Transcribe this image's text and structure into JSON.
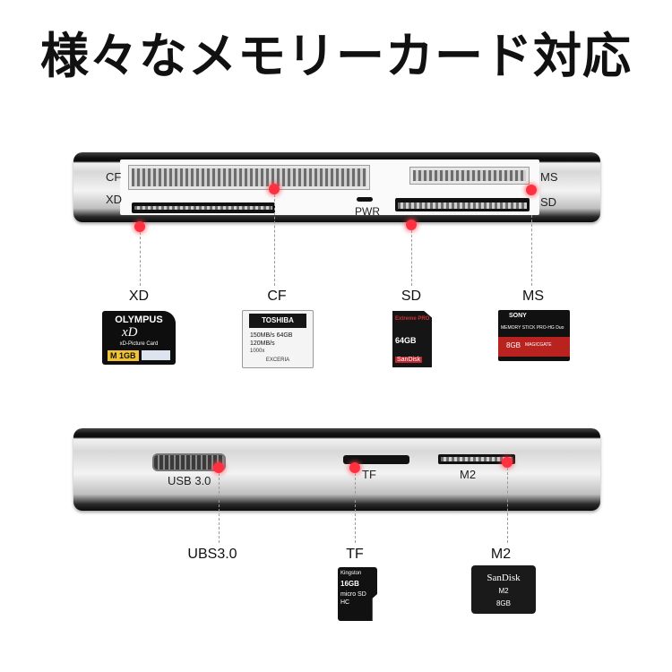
{
  "title": "様々なメモリーカード対応",
  "top_device": {
    "slot_labels": {
      "cf": "CF",
      "xd": "XD",
      "ms": "MS",
      "sd": "SD",
      "pwr": "PWR"
    },
    "cards": [
      {
        "label": "XD",
        "brand": "OLYMPUS",
        "type_mark": "xD",
        "subtitle": "xD-Picture Card",
        "capacity": "M 1GB"
      },
      {
        "label": "CF",
        "brand": "TOSHIBA",
        "lines": [
          "150MB/s 64GB",
          "120MB/s",
          "1000x"
        ],
        "footer": "EXCERIA"
      },
      {
        "label": "SD",
        "brand": "Extreme PRO",
        "capacity": "64GB",
        "footer": "SanDisk"
      },
      {
        "label": "MS",
        "brand": "SONY",
        "product": "MEMORY STICK PRO-HG Duo",
        "capacity": "8GB",
        "footer": "MAGICGATE"
      }
    ]
  },
  "bottom_device": {
    "port_labels": {
      "usb": "USB 3.0",
      "tf": "TF",
      "m2": "M2"
    },
    "cards": [
      {
        "label": "UBS3.0"
      },
      {
        "label": "TF",
        "brand": "Kingston",
        "capacity": "16GB",
        "type": "micro SD HC"
      },
      {
        "label": "M2",
        "brand": "SanDisk",
        "type": "M2",
        "capacity": "8GB"
      }
    ]
  },
  "colors": {
    "marker": "#ff3040",
    "device_dark": "#111111"
  }
}
